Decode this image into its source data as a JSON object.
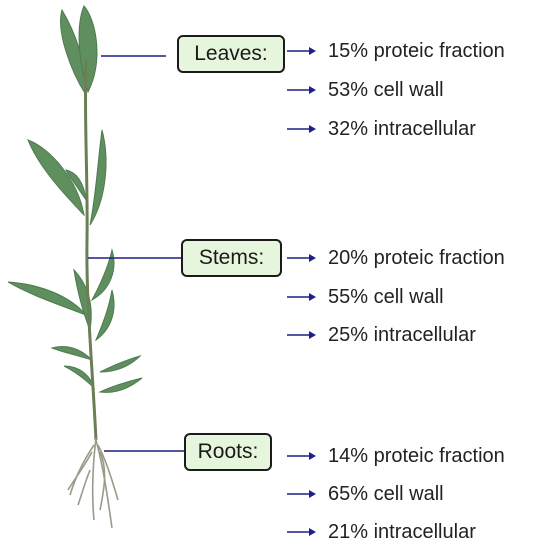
{
  "parts": [
    {
      "key": "leaves",
      "label": "Leaves:",
      "items": [
        "15% proteic fraction",
        "53% cell wall",
        "32% intracellular"
      ]
    },
    {
      "key": "stems",
      "label": "Stems:",
      "items": [
        "20% proteic fraction",
        "55% cell wall",
        "25% intracellular"
      ]
    },
    {
      "key": "roots",
      "label": "Roots:",
      "items": [
        "14% proteic fraction",
        "65% cell wall",
        "21% intracellular"
      ]
    }
  ],
  "colors": {
    "connector": "#1f1f8a",
    "arrow": "#1f1f8a",
    "box_fill": "#e6f6dc",
    "plant": "#5d8a5e"
  }
}
